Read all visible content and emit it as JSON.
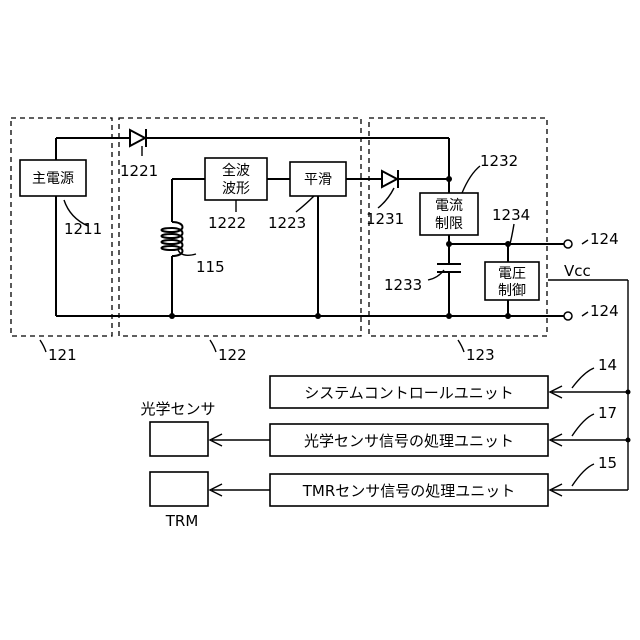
{
  "blocks": {
    "main_power": "主電源",
    "full_wave_1": "全波",
    "full_wave_2": "波形",
    "smoothing": "平滑",
    "current_limit_1": "電流",
    "current_limit_2": "制限",
    "voltage_ctrl_1": "電圧",
    "voltage_ctrl_2": "制御"
  },
  "refs": {
    "r1211": "1211",
    "r1221": "1221",
    "r1222": "1222",
    "r1223": "1223",
    "r115": "115",
    "r1231": "1231",
    "r1232": "1232",
    "r1233": "1233",
    "r1234": "1234",
    "r124_top": "124",
    "r124_bottom": "124",
    "r121": "121",
    "r122": "122",
    "r123": "123",
    "r14": "14",
    "r17": "17",
    "r15": "15"
  },
  "vcc": "Vcc",
  "units": {
    "system_control": "システムコントロールユニット",
    "optical_processing": "光学センサ信号の処理ユニット",
    "tmr_processing": "TMRセンサ信号の処理ユニット"
  },
  "devices": {
    "optical_sensor": "光学センサ",
    "trm": "TRM"
  }
}
